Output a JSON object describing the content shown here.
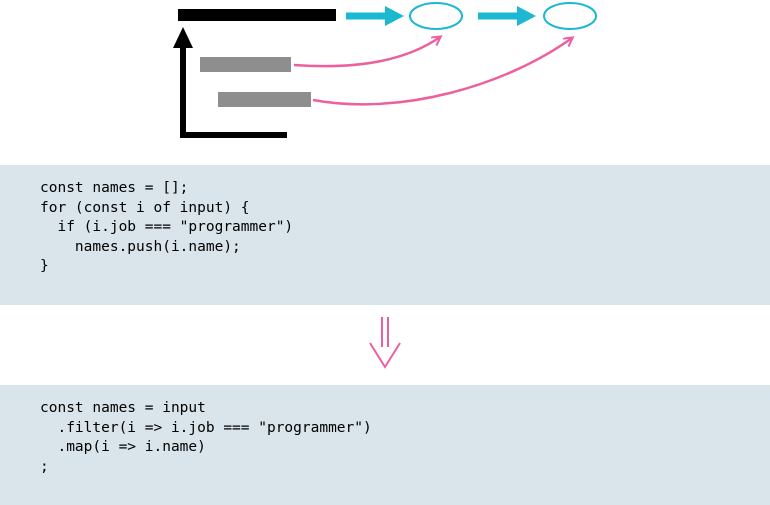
{
  "diagram": {
    "description": "chart axis with two gray bars mapped through a pipeline of cyan arrows into two result ellipses",
    "colors": {
      "cyan": "#1cb8d2",
      "pink": "#ee5f9e",
      "gray": "#8e8e8e",
      "black": "#000000",
      "code_background": "#d9e5ea"
    }
  },
  "before_code": {
    "lines": [
      "const names = [];",
      "for (const i of input) {",
      "  if (i.job === \"programmer\")",
      "    names.push(i.name);",
      "}"
    ]
  },
  "after_code": {
    "lines": [
      "const names = input",
      "  .filter(i => i.job === \"programmer\")",
      "  .map(i => i.name)",
      ";"
    ]
  }
}
